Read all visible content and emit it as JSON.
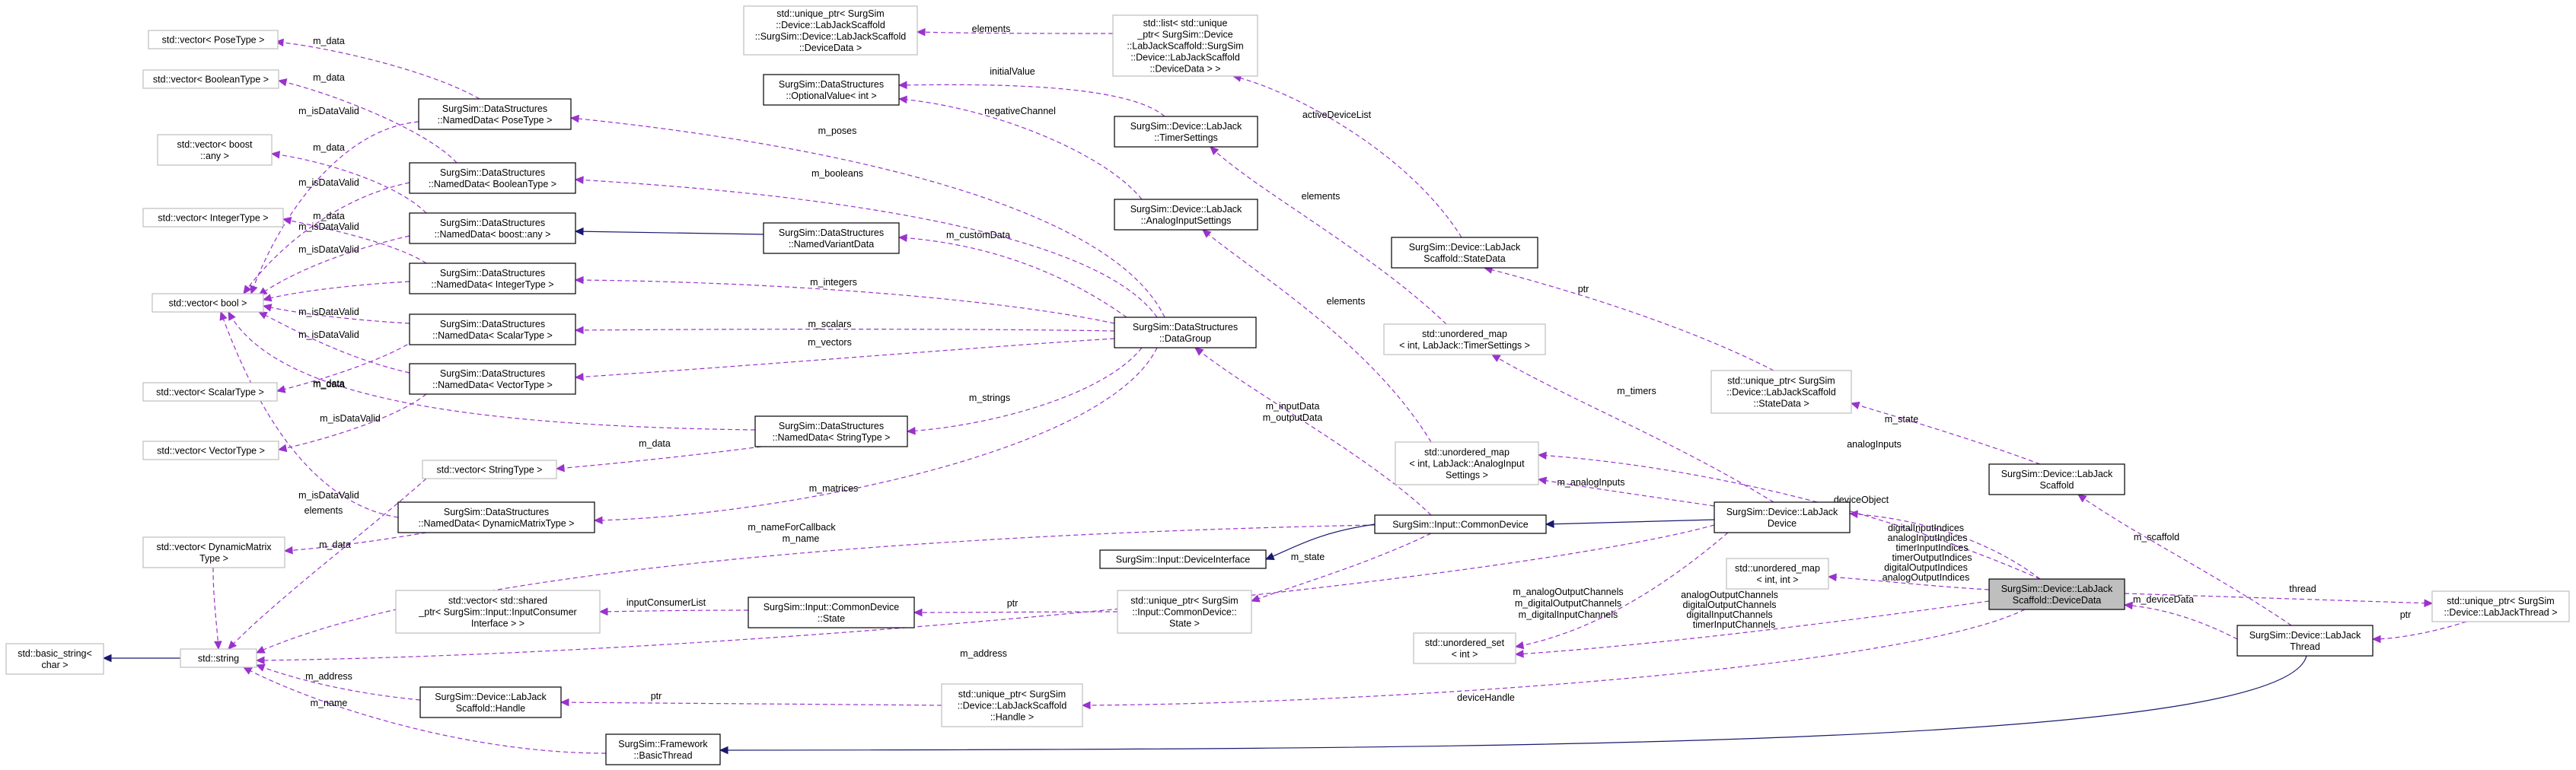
{
  "diagram": {
    "nodes": {
      "vecPose": [
        "std::vector< PoseType >"
      ],
      "vecBool": [
        "std::vector< BooleanType >"
      ],
      "vecAny": [
        "std::vector< boost",
        "::any >"
      ],
      "vecInt": [
        "std::vector< IntegerType >"
      ],
      "vecBoolean": [
        "std::vector< bool >"
      ],
      "vecScalar": [
        "std::vector< ScalarType >"
      ],
      "vecVector": [
        "std::vector< VectorType >"
      ],
      "vecDynMat": [
        "std::vector< DynamicMatrix",
        "Type >"
      ],
      "basicString": [
        "std::basic_string<",
        "char >"
      ],
      "stdString": [
        "std::string"
      ],
      "ndPose": [
        "SurgSim::DataStructures",
        "::NamedData< PoseType >"
      ],
      "ndBool": [
        "SurgSim::DataStructures",
        "::NamedData< BooleanType >"
      ],
      "ndAny": [
        "SurgSim::DataStructures",
        "::NamedData< boost::any >"
      ],
      "ndInt": [
        "SurgSim::DataStructures",
        "::NamedData< IntegerType >"
      ],
      "ndScalar": [
        "SurgSim::DataStructures",
        "::NamedData< ScalarType >"
      ],
      "ndVector": [
        "SurgSim::DataStructures",
        "::NamedData< VectorType >"
      ],
      "ndDynMat": [
        "SurgSim::DataStructures",
        "::NamedData< DynamicMatrixType >"
      ],
      "vecString": [
        "std::vector< StringType >"
      ],
      "ndString": [
        "SurgSim::DataStructures",
        "::NamedData< StringType >"
      ],
      "namedVariant": [
        "SurgSim::DataStructures",
        "::NamedVariantData"
      ],
      "vecSharedPtr": [
        "std::vector< std::shared",
        "_ptr< SurgSim::Input::InputConsumer",
        "Interface > >"
      ],
      "ljHandle": [
        "SurgSim::Device::LabJack",
        "Scaffold::Handle"
      ],
      "basicThread": [
        "SurgSim::Framework",
        "::BasicThread"
      ],
      "uptrDeviceData": [
        "std::unique_ptr< SurgSim",
        "::Device::LabJackScaffold",
        "::SurgSim::Device::LabJackScaffold",
        "::DeviceData >"
      ],
      "listDeviceData": [
        "std::list< std::unique",
        "_ptr< SurgSim::Device",
        "::LabJackScaffold::SurgSim",
        "::Device::LabJackScaffold",
        "::DeviceData > >"
      ],
      "optionalValue": [
        "SurgSim::DataStructures",
        "::OptionalValue< int >"
      ],
      "timerSettings": [
        "SurgSim::Device::LabJack",
        "::TimerSettings"
      ],
      "analogInputSettings": [
        "SurgSim::Device::LabJack",
        "::AnalogInputSettings"
      ],
      "dataGroup": [
        "SurgSim::DataStructures",
        "::DataGroup"
      ],
      "deviceInterface": [
        "SurgSim::Input::DeviceInterface"
      ],
      "cdState": [
        "SurgSim::Input::CommonDevice",
        "::State"
      ],
      "uptrCdState": [
        "std::unique_ptr< SurgSim",
        "::Input::CommonDevice::",
        "State >"
      ],
      "uptrHandle": [
        "std::unique_ptr< SurgSim",
        "::Device::LabJackScaffold",
        "::Handle >"
      ],
      "commonDevice": [
        "SurgSim::Input::CommonDevice"
      ],
      "scaffoldStateData": [
        "SurgSim::Device::LabJack",
        "Scaffold::StateData"
      ],
      "umapTimer": [
        "std::unordered_map",
        "< int, LabJack::TimerSettings >"
      ],
      "umapAnalog": [
        "std::unordered_map",
        "< int, LabJack::AnalogInput",
        "Settings >"
      ],
      "uptrStateData": [
        "std::unique_ptr< SurgSim",
        "::Device::LabJackScaffold",
        "::StateData >"
      ],
      "ljDevice": [
        "SurgSim::Device::LabJack",
        "Device"
      ],
      "umapIntInt": [
        "std::unordered_map",
        "< int, int >"
      ],
      "uset": [
        "std::unordered_set",
        "< int >"
      ],
      "ljScaffold": [
        "SurgSim::Device::LabJack",
        "Scaffold"
      ],
      "deviceData": [
        "SurgSim::Device::LabJack",
        "Scaffold::DeviceData"
      ],
      "ljThread": [
        "SurgSim::Device::LabJack",
        "Thread"
      ],
      "uptrThread": [
        "std::unique_ptr< SurgSim",
        "::Device::LabJackThread >"
      ]
    },
    "labels": {
      "m_data": "m_data",
      "m_isDataValid": "m_isDataValid",
      "elements": "elements",
      "m_name": "m_name",
      "m_address": "m_address",
      "initialValue": "initialValue",
      "negativeChannel": "negativeChannel",
      "m_poses": "m_poses",
      "m_booleans": "m_booleans",
      "m_customData": "m_customData",
      "m_integers": "m_integers",
      "m_scalars": "m_scalars",
      "m_vectors": "m_vectors",
      "m_strings": "m_strings",
      "m_matrices": "m_matrices",
      "m_nameForCallback": "m_nameForCallback",
      "inputConsumerList": "inputConsumerList",
      "ptr": "ptr",
      "m_inputData": "m_inputData",
      "m_outputData": "m_outputData",
      "m_state": "m_state",
      "activeDeviceList": "activeDeviceList",
      "m_timers": "m_timers",
      "m_analogInputs": "m_analogInputs",
      "deviceObject": "deviceObject",
      "analogInputs": "analogInputs",
      "digitalInputIndices": "digitalInputIndices",
      "analogInputIndices": "analogInputIndices",
      "timerInputIndices": "timerInputIndices",
      "timerOutputIndices": "timerOutputIndices",
      "digitalOutputIndices": "digitalOutputIndices",
      "analogOutputIndices": "analogOutputIndices",
      "m_analogOutputChannels": "m_analogOutputChannels",
      "m_digitalOutputChannels": "m_digitalOutputChannels",
      "m_digitalInputChannels": "m_digitalInputChannels",
      "analogOutputChannels": "analogOutputChannels",
      "digitalOutputChannels": "digitalOutputChannels",
      "digitalInputChannels": "digitalInputChannels",
      "timerInputChannels": "timerInputChannels",
      "deviceHandle": "deviceHandle",
      "thread": "thread",
      "m_deviceData": "m_deviceData",
      "m_scaffold": "m_scaffold"
    }
  }
}
